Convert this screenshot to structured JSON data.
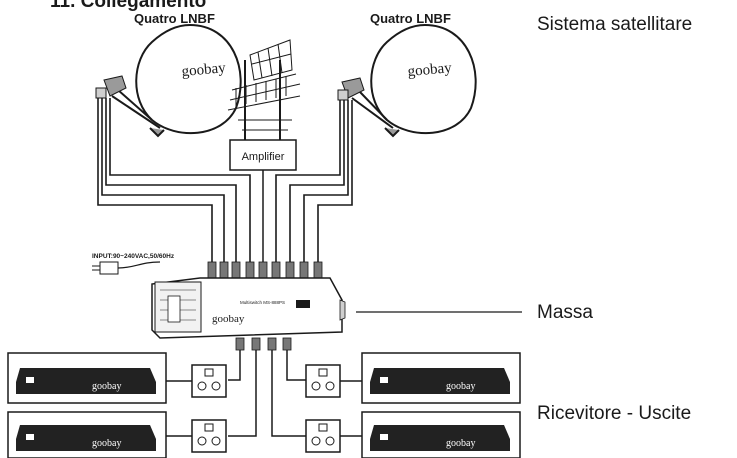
{
  "heading": "11. Collegamento",
  "lnbf_left_label": "Quatro LNBF",
  "lnbf_right_label": "Quatro LNBF",
  "dish_brand": "goobay",
  "amplifier_label": "Amplifier",
  "input_label": "INPUT:90~240VAC,50/60Hz",
  "multiswitch_brand": "goobay",
  "multiswitch_model": "Multiswitch MS-888PS",
  "receiver_brand": "goobay",
  "callouts": {
    "satellite_system": "Sistema satellitare",
    "ground": "Massa",
    "receiver_outputs": "Ricevitore - Uscite"
  },
  "colors": {
    "line": "#1a1a1a",
    "receiver_body": "#222222"
  }
}
